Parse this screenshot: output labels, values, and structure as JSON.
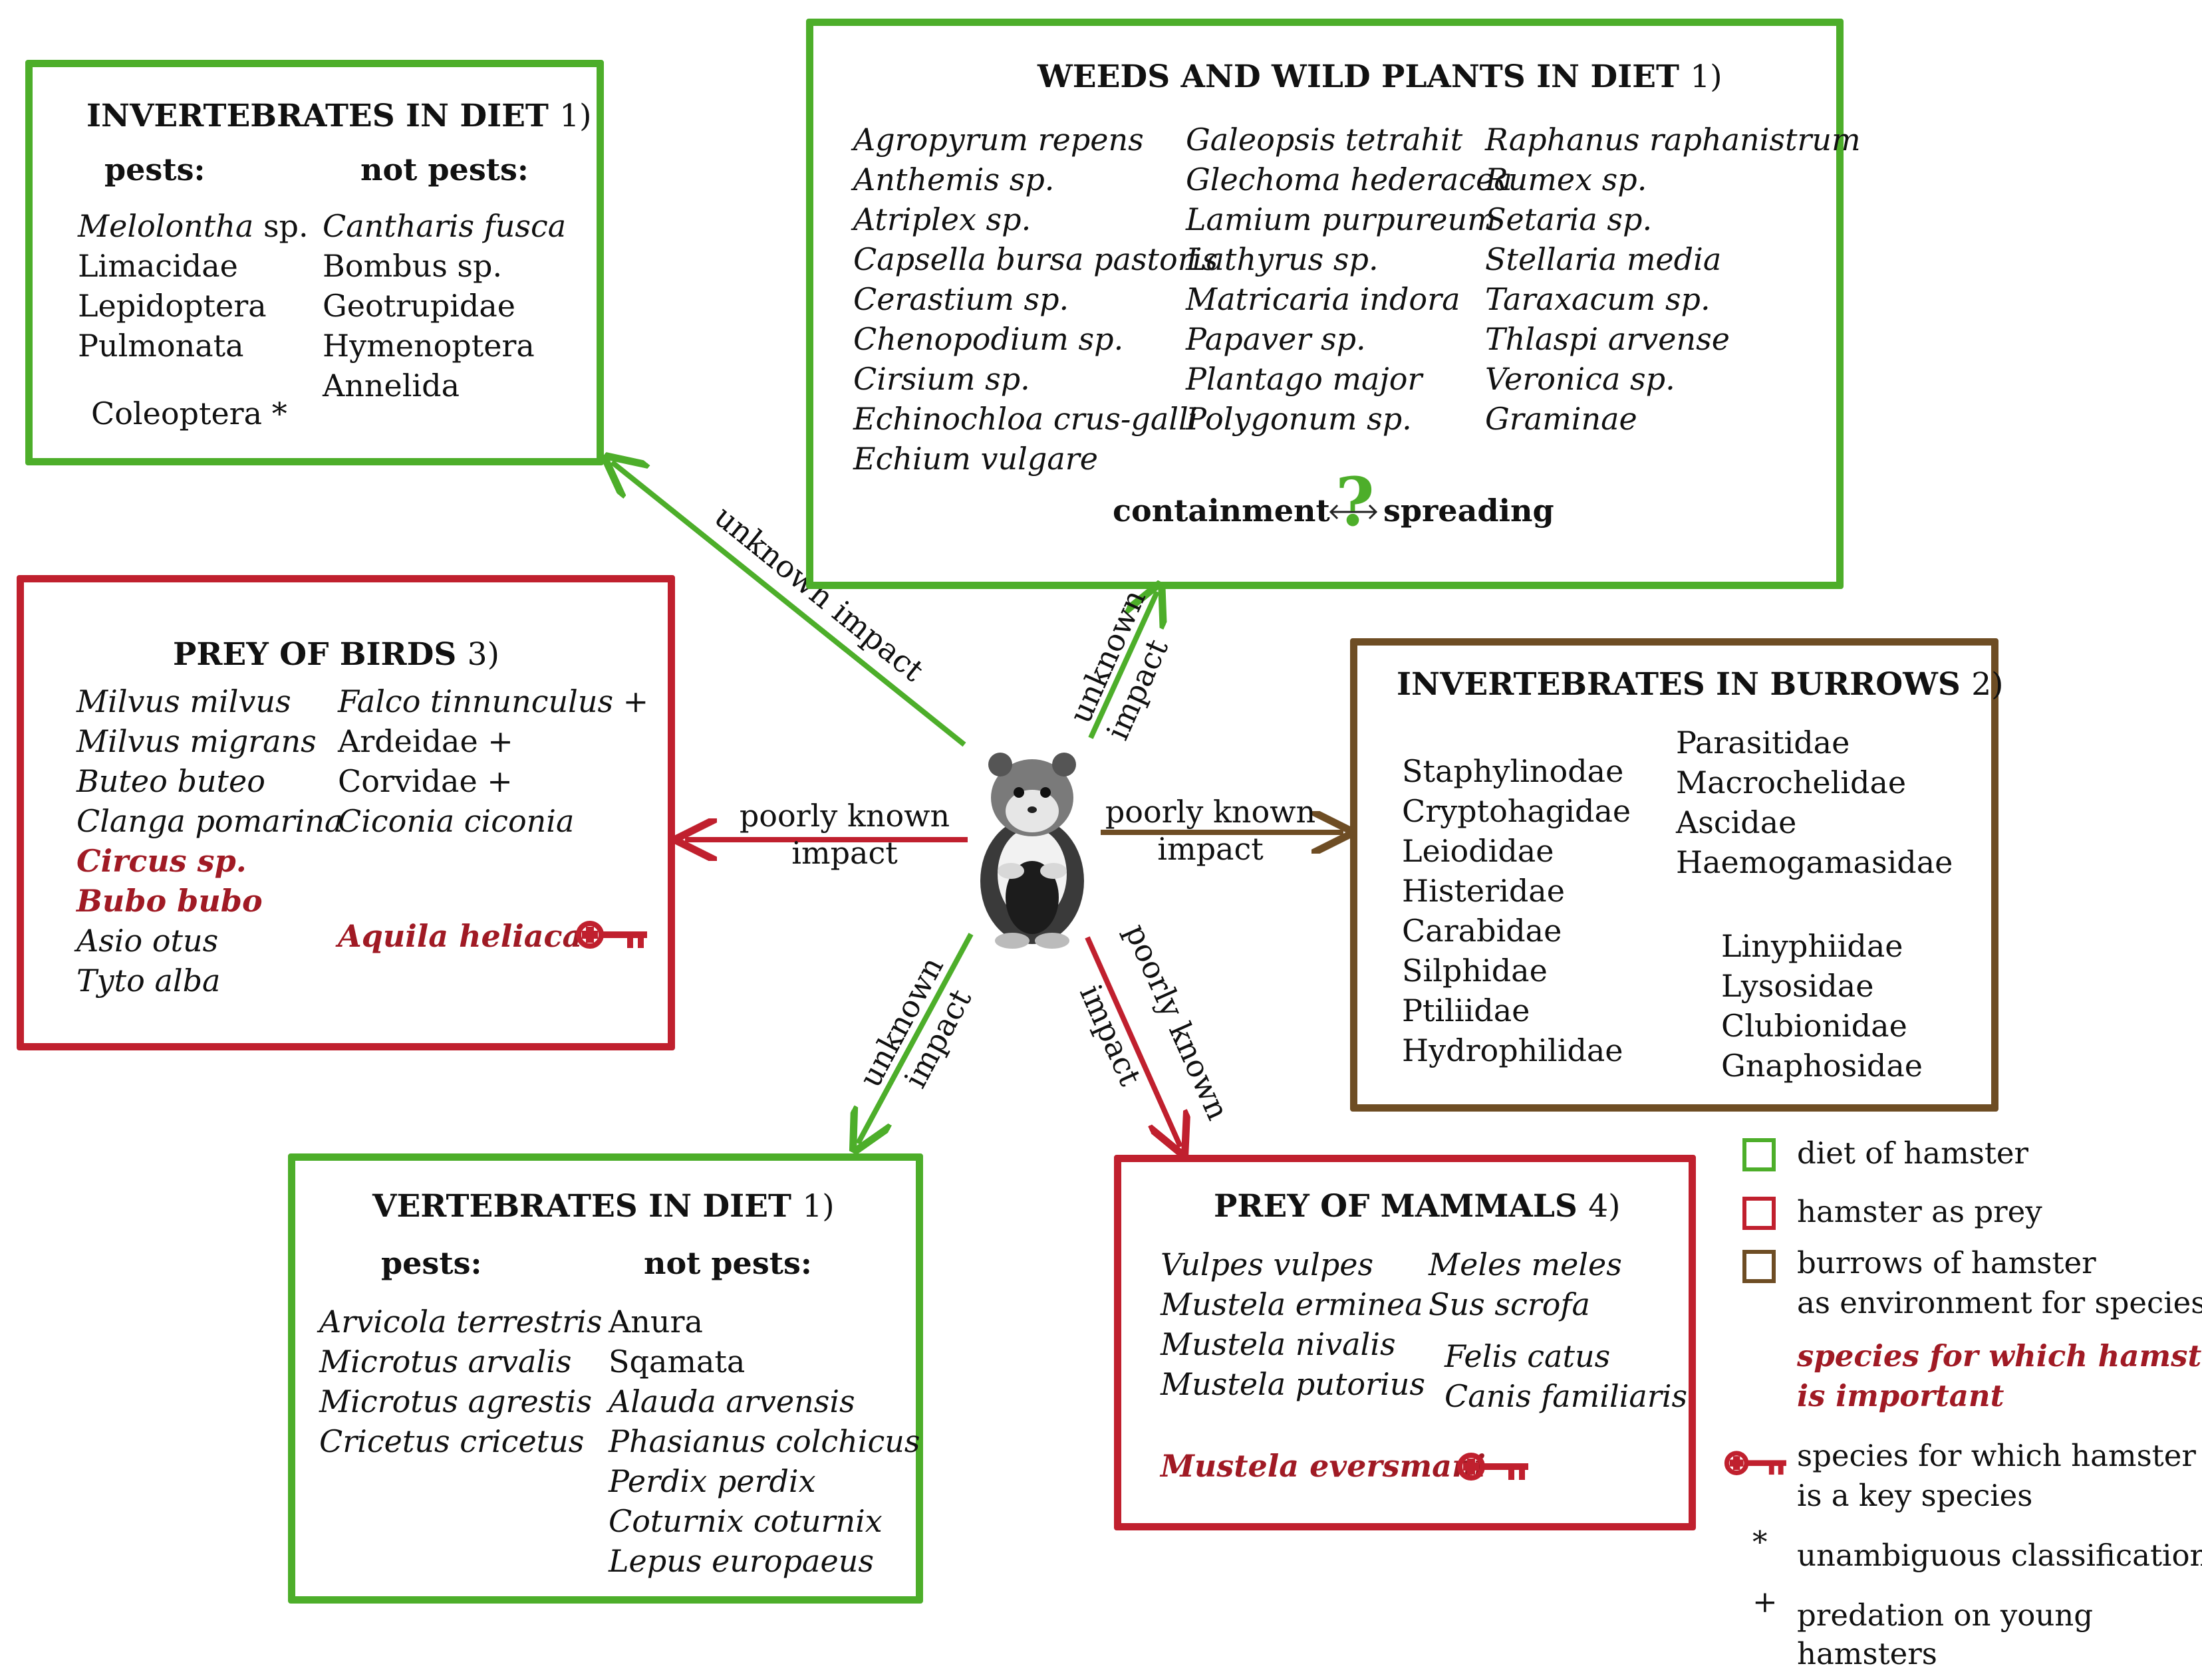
{
  "inv_diet": {
    "title": "INVERTEBRATES IN DIET",
    "ref": "1)",
    "pests_label": "pests:",
    "notpests_label": "not pests:",
    "pests_genus": "Melolontha",
    "pests_sp": "sp.",
    "pests_rest": [
      "Limacidae",
      "Lepidoptera",
      "Pulmonata"
    ],
    "notpests_first": "Cantharis fusca",
    "notpests_rest": [
      "Bombus sp.",
      "Geotrupidae",
      "Hymenoptera",
      "Annelida"
    ],
    "coleoptera": "Coleoptera *"
  },
  "weeds": {
    "title": "WEEDS AND WILD PLANTS IN DIET",
    "ref": "1)",
    "col1": [
      "Agropyrum repens",
      "Anthemis sp.",
      "Atriplex sp.",
      "Capsella bursa pastoris",
      "Cerastium sp.",
      "Chenopodium sp.",
      "Cirsium sp.",
      "Echinochloa crus-galli",
      "Echium vulgare"
    ],
    "col2": [
      "Galeopsis tetrahit",
      "Glechoma hederacea",
      "Lamium purpureum",
      "Lathyrus sp.",
      "Matricaria indora",
      "Papaver sp.",
      "Plantago major",
      "Polygonum sp."
    ],
    "col3": [
      "Raphanus raphanistrum",
      "Rumex sp.",
      "Setaria sp.",
      "Stellaria media",
      "Taraxacum sp.",
      "Thlaspi arvense",
      "Veronica sp.",
      "Graminae"
    ],
    "containment": "containment",
    "question": "?",
    "spreading": "spreading"
  },
  "birds": {
    "title": "PREY OF BIRDS",
    "ref": "3)",
    "col1": [
      "Milvus milvus",
      "Milvus migrans",
      "Buteo buteo",
      "Clanga pomarina"
    ],
    "col1_hl": [
      "Circus sp.",
      "Bubo bubo"
    ],
    "col1_rest": [
      "Asio otus",
      "Tyto alba"
    ],
    "col2_first": "Falco tinnunculus +",
    "col2_rest": [
      "Ardeidae +",
      "Corvidae +"
    ],
    "col2_last": "Ciconia ciconia",
    "key_species": "Aquila heliaca"
  },
  "burrows": {
    "title": "INVERTEBRATES IN BURROWS",
    "ref": "2)",
    "col1": [
      "Staphylinodae",
      "Cryptohagidae",
      "Leiodidae",
      "Histeridae",
      "Carabidae",
      "Silphidae",
      "Ptiliidae",
      "Hydrophilidae"
    ],
    "col2": [
      "Parasitidae",
      "Macrochelidae",
      "Ascidae",
      "Haemogamasidae"
    ],
    "col3": [
      "Linyphiidae",
      "Lysosidae",
      "Clubionidae",
      "Gnaphosidae"
    ]
  },
  "vert_diet": {
    "title": "VERTEBRATES IN DIET",
    "ref": "1)",
    "pests_label": "pests:",
    "notpests_label": "not pests:",
    "pests": [
      "Arvicola terrestris",
      "Microtus arvalis",
      "Microtus agrestis",
      "Cricetus cricetus"
    ],
    "notpests_plain": [
      "Anura",
      "Sqamata"
    ],
    "notpests_it": [
      "Alauda arvensis",
      "Phasianus colchicus",
      "Perdix perdix",
      "Coturnix coturnix",
      "Lepus europaeus"
    ]
  },
  "mammals": {
    "title": "PREY OF MAMMALS",
    "ref": "4)",
    "col1": [
      "Vulpes vulpes",
      "Mustela erminea",
      "Mustela nivalis",
      "Mustela putorius"
    ],
    "col2a": [
      "Meles meles",
      "Sus scrofa"
    ],
    "col2b": [
      "Felis catus",
      "Canis familiaris"
    ],
    "key_species": "Mustela eversmani"
  },
  "arrows": {
    "unknown_impact": "unknown impact",
    "unknown": "unknown",
    "impact": "impact",
    "poorly_known": "poorly known",
    "poorly_known_impact": "poorly known impact"
  },
  "legend": {
    "diet": "diet of hamster",
    "prey": "hamster as prey",
    "burrows_1": "burrows of hamster",
    "burrows_2": "as environment for species",
    "important_1": "species for which hamster",
    "important_2": "is important",
    "key_1": "species for which hamster",
    "key_2": "is a key species",
    "star_symbol": "*",
    "star_text": "unambiguous classification",
    "plus_symbol": "+",
    "plus_text_1": "predation on young",
    "plus_text_2": "hamsters"
  },
  "colors": {
    "green": "#4dae2a",
    "red": "#c0202e",
    "brown": "#6e4d24",
    "highlight": "#a01a24"
  }
}
